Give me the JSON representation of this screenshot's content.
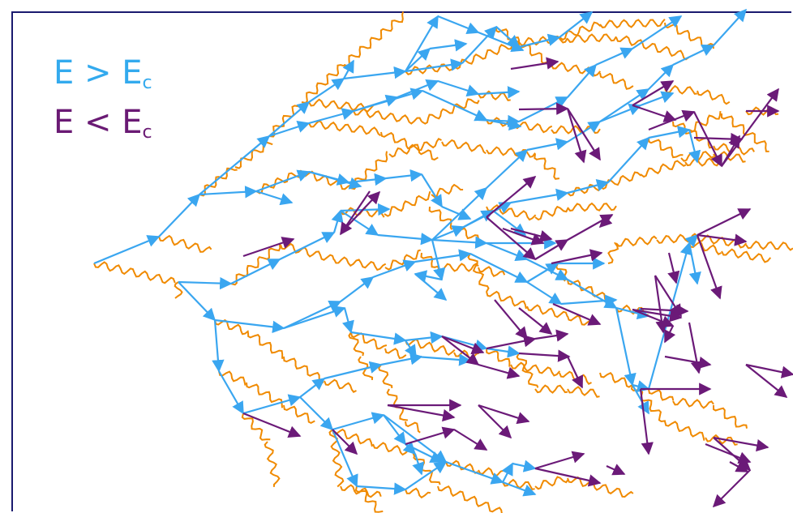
{
  "legend": {
    "high": {
      "text": "E > E",
      "subscript": "c",
      "color": "#33aaee"
    },
    "low": {
      "text": "E < E",
      "subscript": "c",
      "color": "#6a1a74"
    }
  },
  "colors": {
    "electron_high": "#3aa6f0",
    "electron_low": "#6b1a78",
    "photon": "#f08a00",
    "frame": "#1a1a6e"
  }
}
